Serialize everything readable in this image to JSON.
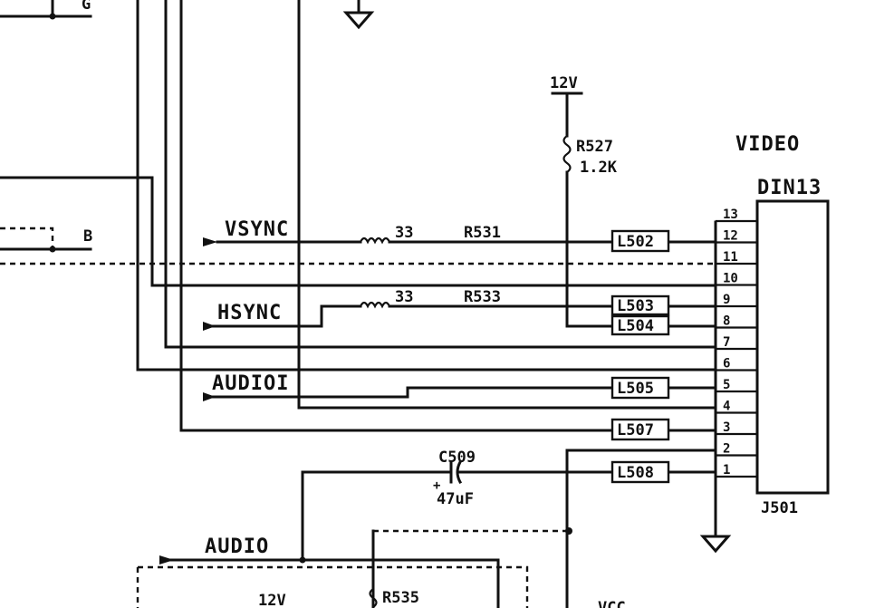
{
  "labels": {
    "g": "G",
    "b": "B",
    "vsync": "VSYNC",
    "hsync": "HSYNC",
    "audio1": "AUDIOI",
    "audio": "AUDIO",
    "video": "VIDEO",
    "din13": "DIN13",
    "j501": "J501",
    "v12_top": "12V",
    "v12_bottom": "12V",
    "vcc": "VCC"
  },
  "components": {
    "r527": {
      "ref": "R527",
      "value": "1.2K"
    },
    "r531": {
      "ref": "R531",
      "value": "33"
    },
    "r533": {
      "ref": "R533",
      "value": "33"
    },
    "r535": {
      "ref": "R535"
    },
    "c509": {
      "ref": "C509",
      "value": "47uF"
    },
    "inductors": [
      "L502",
      "L503",
      "L504",
      "L505",
      "L507",
      "L508"
    ]
  },
  "connector_pins": [
    "13",
    "12",
    "11",
    "10",
    "9",
    "8",
    "7",
    "6",
    "5",
    "4",
    "3",
    "2",
    "1"
  ]
}
